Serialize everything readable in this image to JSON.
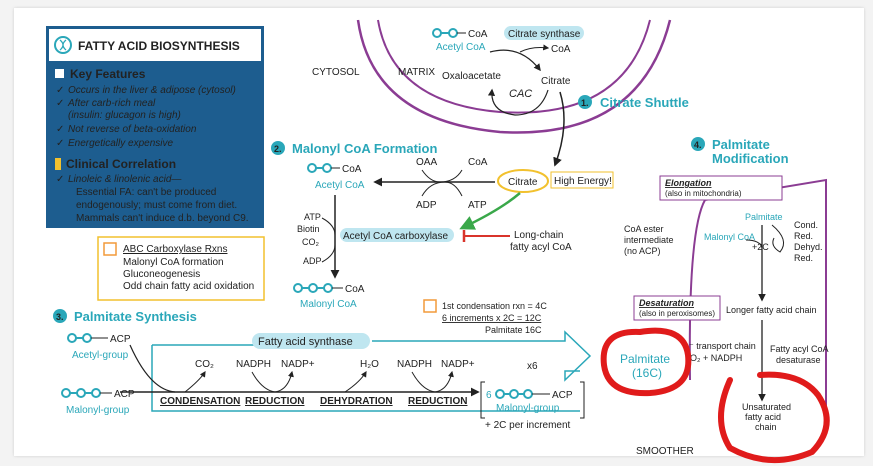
{
  "colors": {
    "blue_panel": "#1d5d8f",
    "teal": "#2aa7b9",
    "yellow_accent": "#f2c12e",
    "purple_membrane": "#8b3c93",
    "annotation_red": "#e01b1b",
    "green_arrow": "#3aa84a",
    "inhibit_red": "#d9342b",
    "orange_box": "#f29a3a",
    "light_blue_banner": "#bfe6f0"
  },
  "panel": {
    "title": "FATTY ACID BIOSYNTHESIS",
    "key_features": {
      "heading": "Key Features",
      "items": [
        "Occurs in the liver & adipose (cytosol)",
        "After carb-rich meal",
        "(insulin: glucagon is high)",
        "Not reverse of beta-oxidation",
        "Energetically expensive"
      ]
    },
    "clinical": {
      "heading": "Clinical Correlation",
      "lines": [
        "Linoleic & linolenic acid—",
        "Essential FA: can't be produced",
        "endogenously; must come from diet.",
        "Mammals can't induce d.b. beyond C9."
      ]
    }
  },
  "abc_box": {
    "title": "ABC Carboxylase Rxns",
    "items": [
      "Malonyl CoA formation",
      "Gluconeogenesis",
      "Odd chain fatty acid oxidation"
    ]
  },
  "citrate_shuttle": {
    "cytosol": "CYTOSOL",
    "matrix": "MATRIX",
    "acetyl_coa": "Acetyl CoA",
    "coa": "CoA",
    "citrate_synthase": "Citrate synthase",
    "coa_out": "CoA",
    "oxaloacetate": "Oxaloacetate",
    "citrate": "Citrate",
    "cac": "CAC",
    "num": "1.",
    "title": "Citrate Shuttle"
  },
  "malonyl": {
    "num": "2.",
    "title": "Malonyl CoA Formation",
    "coa": "CoA",
    "acetyl_coa": "Acetyl CoA",
    "oaa": "OAA",
    "coa_top": "CoA",
    "adp": "ADP",
    "atp": "ATP",
    "citrate": "Citrate",
    "high_energy": "High Energy!",
    "inputs": [
      "ATP",
      "Biotin",
      "CO₂"
    ],
    "adp_out": "ADP",
    "enzyme": "Acetyl CoA carboxylase",
    "inhibitor_1": "Long-chain",
    "inhibitor_2": "fatty acyl CoA",
    "product_coa": "CoA",
    "product": "Malonyl CoA"
  },
  "synthesis": {
    "num": "3.",
    "title": "Palmitate Synthesis",
    "acp1": "ACP",
    "acetyl_group": "Acetyl-group",
    "acp2": "ACP",
    "malonyl_group": "Malonyl-group",
    "synthase": "Fatty acid synthase",
    "co2": "CO₂",
    "nadph1": "NADPH",
    "nadp1": "NADP+",
    "h2o": "H₂O",
    "nadph2": "NADPH",
    "nadp2": "NADP+",
    "steps": [
      "CONDENSATION",
      "REDUCTION",
      "DEHYDRATION",
      "REDUCTION"
    ],
    "note1": "1st condensation rxn = 4C",
    "note2": "6 increments x 2C = 12C",
    "note3": "Palmitate 16C",
    "x6": "x6",
    "loop_num": "6",
    "loop_acp": "ACP",
    "loop_group": "Malonyl-group",
    "per_increment": "+ 2C per increment",
    "palmitate_1": "Palmitate",
    "palmitate_2": "(16C)"
  },
  "modification": {
    "num": "4.",
    "title_1": "Palmitate",
    "title_2": "Modification",
    "elongation_1": "Elongation",
    "elongation_2": "(also in mitochondria)",
    "ester_1": "CoA ester",
    "ester_2": "intermediate",
    "ester_3": "(no ACP)",
    "palmitate": "Palmitate",
    "malonyl": "Malonyl CoA",
    "plus2c": "+2C",
    "cycle_steps": [
      "Cond.",
      "Red.",
      "Dehyd.",
      "Red."
    ],
    "longer": "Longer fatty acid chain",
    "desat_1": "Desaturation",
    "desat_2": "(also in peroxisomes)",
    "etc": "e⁻ transport chain",
    "o2_nadph": "O₂ + NADPH",
    "acyl_1": "Fatty acyl CoA",
    "acyl_2": "desaturase",
    "unsat_1": "Unsaturated",
    "unsat_2": "fatty acid",
    "unsat_3": "chain",
    "smoother": "SMOOTHER"
  }
}
